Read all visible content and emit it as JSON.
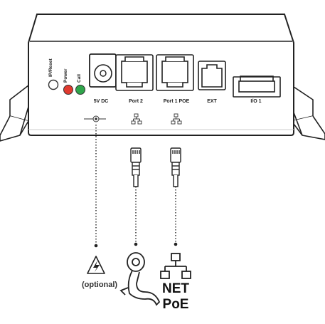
{
  "device": {
    "side_labels": {
      "ip_reset": "IP/Reset",
      "power": "Power",
      "call": "Call"
    },
    "ports": {
      "dc": "5V DC",
      "port2": "Port 2",
      "port1": "Port 1 POE",
      "ext": "EXT",
      "io": "I/O 1"
    }
  },
  "icons": {
    "power_led_color": "#e03a2f",
    "call_led_color": "#2fa54b",
    "power_supply": "power-supply-icon",
    "camera": "webcam-icon",
    "network": "network-icon"
  },
  "labels": {
    "optional": "(optional)",
    "net": "NET",
    "poe": "PoE"
  }
}
